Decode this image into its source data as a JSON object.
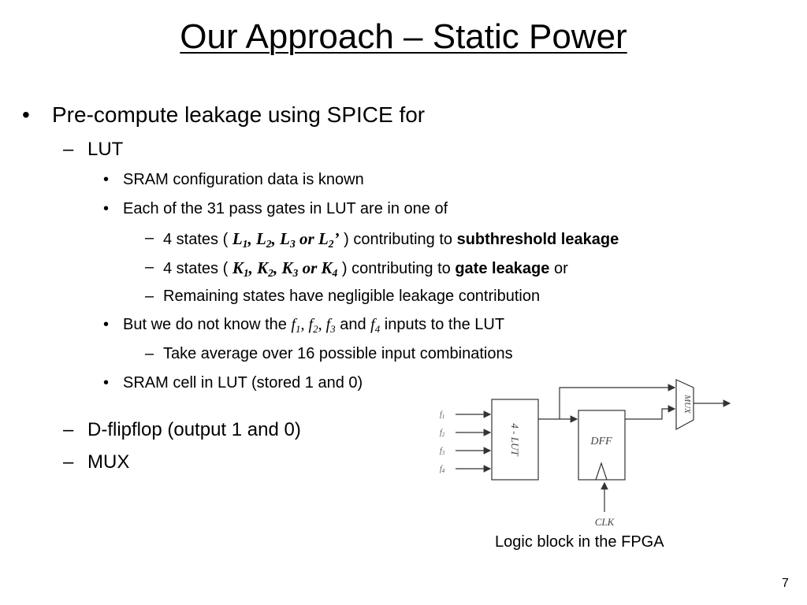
{
  "title": "Our Approach – Static Power",
  "bullets": {
    "b1": "Pre-compute leakage using SPICE for",
    "lut": "LUT",
    "sram_config": "SRAM configuration data is known",
    "pass_gates": "Each of the 31 pass gates in LUT are in one of",
    "states_sub": {
      "prefix": "4 states ( ",
      "L1": "L",
      "L1s": "1",
      "L2": ", L",
      "L2s": "2",
      "L3": ", L",
      "L3s": "3",
      "or": " or L",
      "L4s": "2",
      "apos": "’",
      "mid": " ) contributing to ",
      "bold": "subthreshold leakage"
    },
    "states_gate": {
      "prefix": "4 states ( ",
      "K1": "K",
      "K1s": "1",
      "K2": ", K",
      "K2s": "2",
      "K3": ", K",
      "K3s": "3",
      "or": " or K",
      "K4s": "4",
      "mid": " ) contributing to ",
      "bold": "gate leakage",
      "suffix": " or"
    },
    "remaining": "Remaining states have negligible leakage contribution",
    "inputs": {
      "prefix": "But we do not know the ",
      "f": "f",
      "f1s": "1",
      "f2": ", f",
      "f2s": "2",
      "f3": ", f",
      "f3s": "3",
      "and": " and ",
      "f4": "f",
      "f4s": "4",
      "suffix": " inputs to the LUT"
    },
    "average": "Take average over 16 possible input combinations",
    "sram_cell": "SRAM cell in LUT (stored 1 and 0)",
    "dff": "D-flipflop (output 1 and 0)",
    "mux": "MUX"
  },
  "markers": {
    "bullet": "•",
    "dash": "–"
  },
  "diagram": {
    "inputs": [
      "f1",
      "f2",
      "f3",
      "f4"
    ],
    "lut_label": "4 - LUT",
    "dff_label": "DFF",
    "mux_label": "MUX",
    "clk_label": "CLK"
  },
  "caption": "Logic block in the FPGA",
  "slide_number": "7"
}
